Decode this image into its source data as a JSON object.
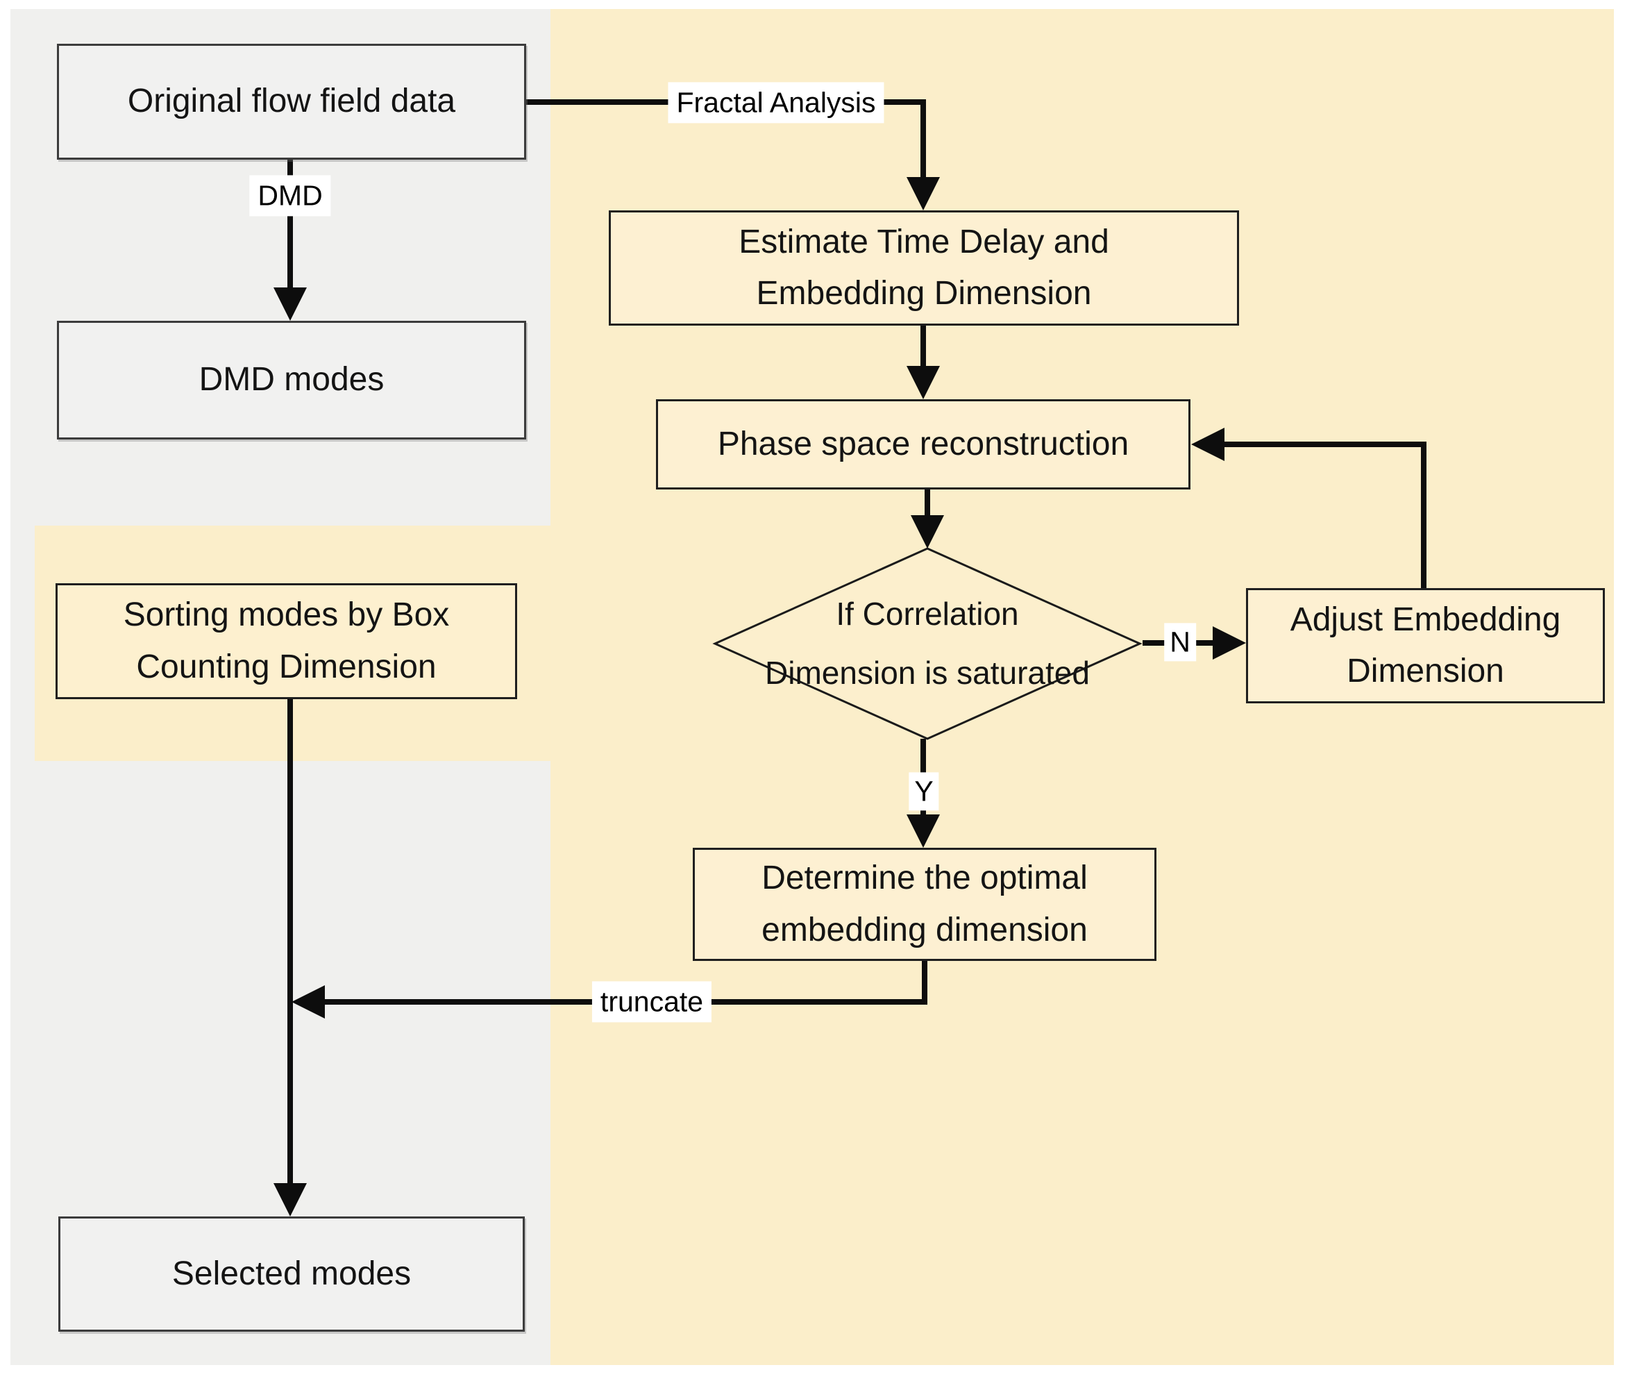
{
  "diagram": {
    "nodes": {
      "original": {
        "label": "Original flow field data"
      },
      "dmd_modes": {
        "label": "DMD modes"
      },
      "sorting": {
        "label": "Sorting modes by Box\nCounting Dimension"
      },
      "selected": {
        "label": "Selected modes"
      },
      "estimate": {
        "label": "Estimate Time Delay and\nEmbedding Dimension"
      },
      "phase": {
        "label": "Phase space reconstruction"
      },
      "decision": {
        "label": "If Correlation\nDimension is saturated"
      },
      "adjust": {
        "label": "Adjust Embedding\nDimension"
      },
      "determine": {
        "label": "Determine the optimal\nembedding dimension"
      }
    },
    "edge_labels": {
      "dmd": "DMD",
      "fractal_analysis": "Fractal Analysis",
      "no": "N",
      "yes": "Y",
      "truncate": "truncate"
    },
    "colors": {
      "cream_panel": "#fbeeca",
      "gray_panel": "#f0f0ee",
      "line": "#0d0d0d"
    }
  }
}
